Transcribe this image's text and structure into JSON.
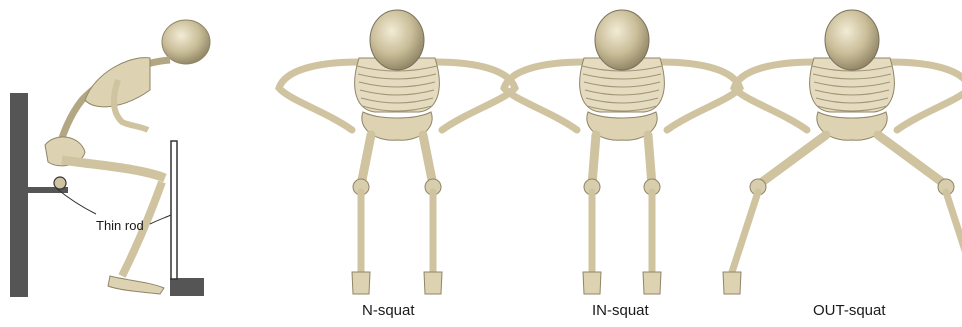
{
  "figure": {
    "panels": [
      {
        "id": "side",
        "annotation": "Thin rod"
      },
      {
        "id": "n",
        "caption": "N-squat"
      },
      {
        "id": "in",
        "caption": "IN-squat"
      },
      {
        "id": "out",
        "caption": "OUT-squat"
      }
    ]
  },
  "colors": {
    "bone": "#cfc3a0",
    "bone_dark": "#8f8566",
    "wall": "#555555",
    "rod": "#ffffff"
  }
}
